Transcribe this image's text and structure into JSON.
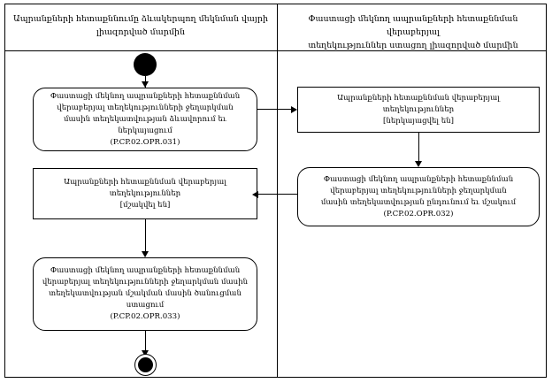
{
  "diagram": {
    "type": "uml-activity-diagram",
    "lanes": [
      {
        "id": "left-lane",
        "title_line1": "Ապրանքների հետաքննումը ձևակերպող  մեկնման վայրի",
        "title_line2": "լիազորված մարմին"
      },
      {
        "id": "right-lane",
        "title_line1": "Փաստացի մեկնող ապրանքների հետաքննման վերաբերյալ",
        "title_line2": "տեղեկություններ ստացող լիազորված մարմին"
      }
    ],
    "nodes": {
      "start": {
        "kind": "initial-node",
        "label": ""
      },
      "action_031": {
        "kind": "action",
        "lines": [
          "Փաստացի մեկնող ապրանքների հետաքննման",
          "վերաբերյալ տեղեկությունների ջեղարկման",
          "մասին տեղեկատվության ձևավորում եւ",
          "ներկայացում",
          "(P.CP.02.OPR.031)"
        ],
        "code": "P.CP.02.OPR.031"
      },
      "object_submitted": {
        "kind": "object-node",
        "lines": [
          "Ապրանքների հետաքննման վերաբերյալ",
          "տեղեկություններ",
          "[ներկայացվել են]"
        ],
        "state": "[ներկայացվել են]"
      },
      "action_032": {
        "kind": "action",
        "lines": [
          "Փաստացի մեկնող ապրանքների հետաքննման",
          "վերաբերյալ տեղեկությունների ջեղարկման",
          "մասին տեղեկատվության ընդունում եւ մշակում",
          "(P.CP.02.OPR.032)"
        ],
        "code": "P.CP.02.OPR.032"
      },
      "object_processed": {
        "kind": "object-node",
        "lines": [
          "Ապրանքների հետաքննման վերաբերյալ",
          "տեղեկություններ",
          "[մշակվել են]"
        ],
        "state": "[մշակվել են]"
      },
      "action_033": {
        "kind": "action",
        "lines": [
          "Փաստացի մեկնող ապրանքների հետաքննման",
          "վերաբերյալ տեղեկությունների ջեղարկման մասին",
          "տեղեկատվության մշակման մասին ծանուցման",
          "ստացում",
          "(P.CP.02.OPR.033)"
        ],
        "code": "P.CP.02.OPR.033"
      },
      "end": {
        "kind": "final-node",
        "label": ""
      }
    },
    "edges": [
      {
        "from": "start",
        "to": "action_031",
        "direction": "down"
      },
      {
        "from": "action_031",
        "to": "object_submitted",
        "direction": "right"
      },
      {
        "from": "object_submitted",
        "to": "action_032",
        "direction": "down"
      },
      {
        "from": "action_032",
        "to": "object_processed",
        "direction": "left"
      },
      {
        "from": "object_processed",
        "to": "action_033",
        "direction": "down"
      },
      {
        "from": "action_033",
        "to": "end",
        "direction": "down"
      }
    ],
    "colors": {
      "stroke": "#000000",
      "fill": "#ffffff"
    }
  }
}
